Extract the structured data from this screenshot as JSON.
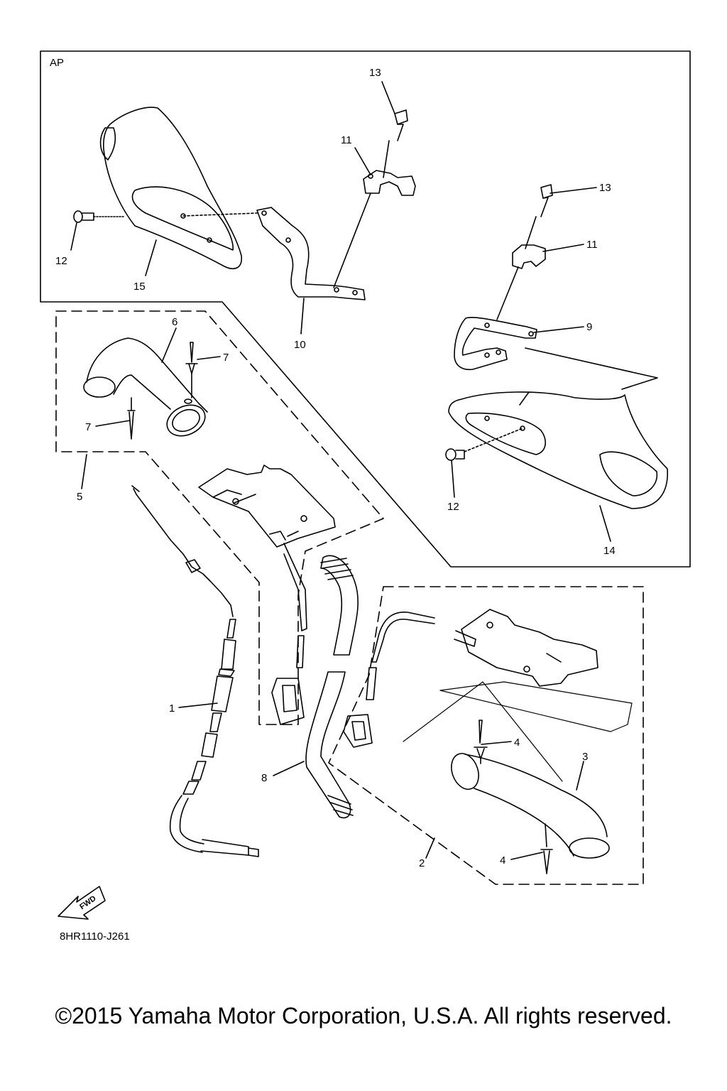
{
  "section_label": "AP",
  "part_code": "8HR1110-J261",
  "copyright": "©2015 Yamaha Motor Corporation, U.S.A. All rights reserved.",
  "fwd_label": "FWD",
  "callouts": {
    "c1": "1",
    "c2": "2",
    "c3": "3",
    "c4a": "4",
    "c4b": "4",
    "c5": "5",
    "c6": "6",
    "c7a": "7",
    "c7b": "7",
    "c8": "8",
    "c9": "9",
    "c10": "10",
    "c11a": "11",
    "c11b": "11",
    "c12a": "12",
    "c12b": "12",
    "c13a": "13",
    "c13b": "13",
    "c14": "14",
    "c15": "15"
  }
}
